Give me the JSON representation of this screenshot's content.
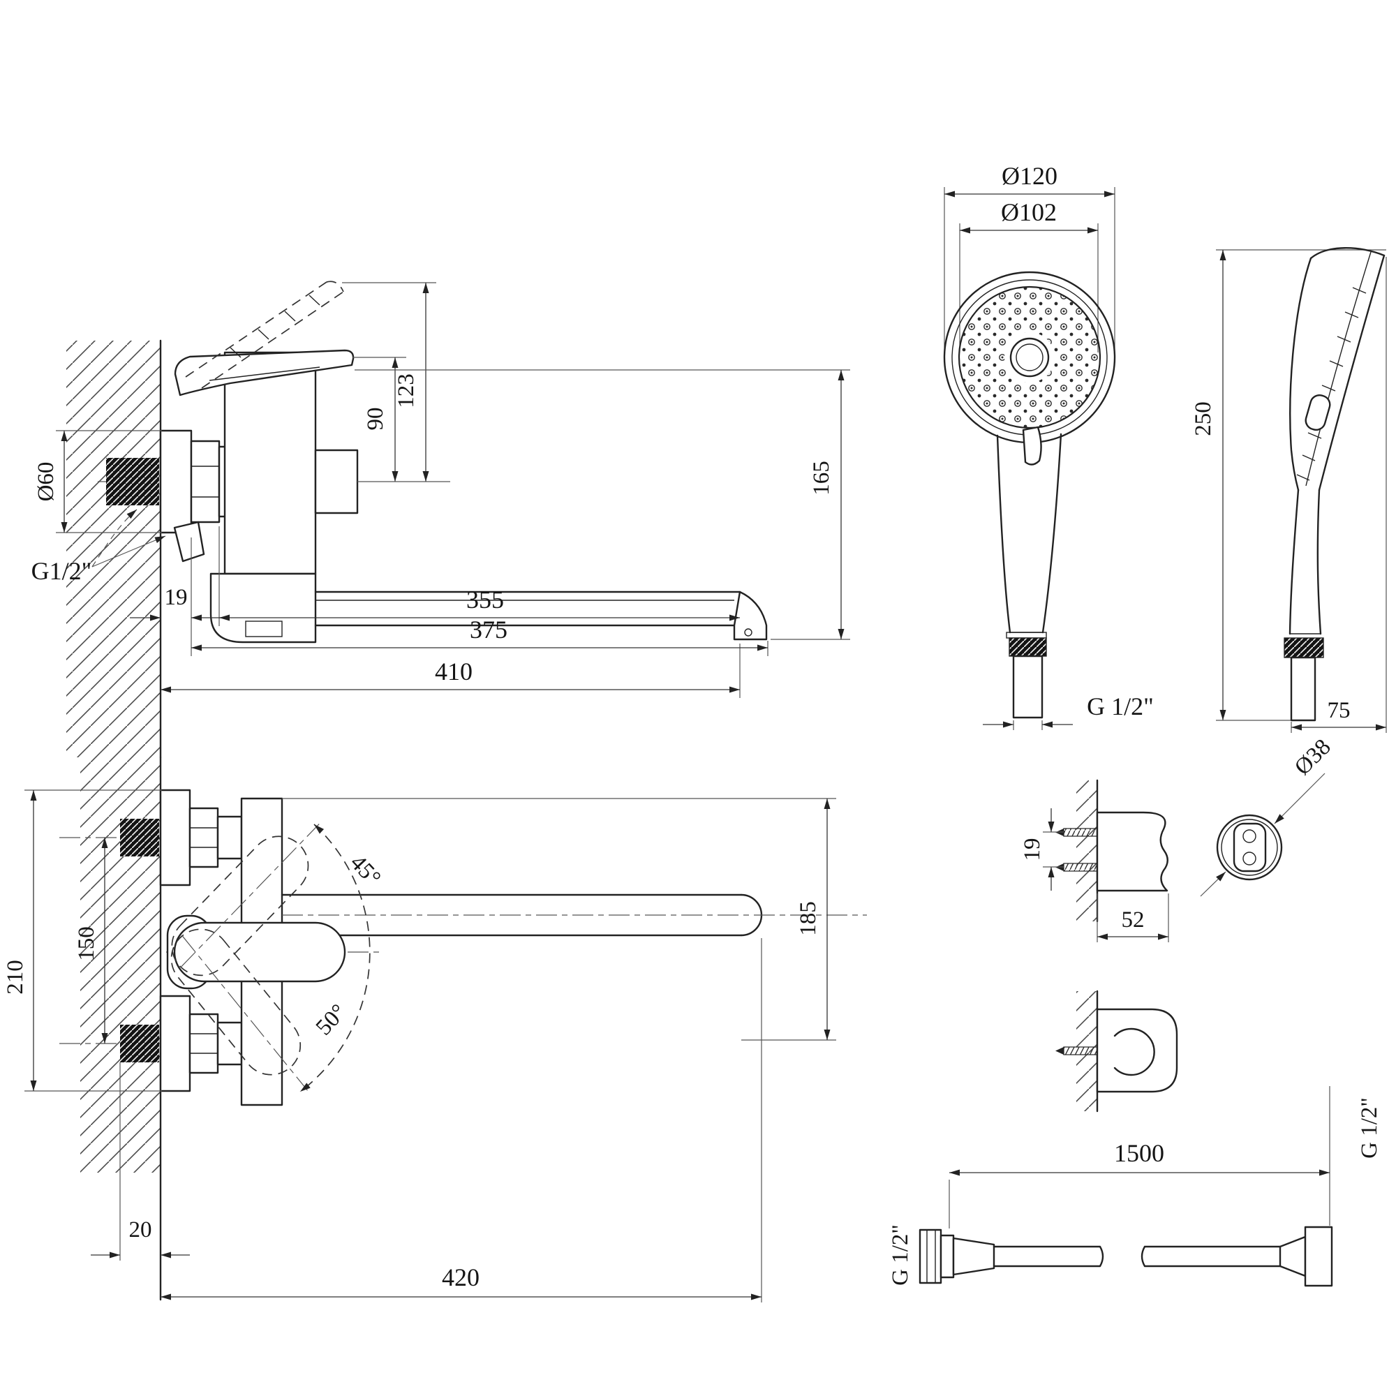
{
  "document": {
    "type": "plumbing fixture technical drawing",
    "colors": {
      "line": "#222222",
      "background": "#ffffff"
    }
  },
  "views": {
    "faucet_side": {
      "dims": {
        "handle_raised_height": "123",
        "handle_height": "90",
        "spout_drop": "165",
        "escutcheon_diameter": "Ø60",
        "thread": "G1/2\"",
        "escutcheon_depth": "19",
        "spout_length": "355",
        "spout_length_mid": "375",
        "total_length": "410"
      }
    },
    "shower_head_front": {
      "dims": {
        "outer_diameter": "Ø120",
        "face_diameter": "Ø102",
        "thread": "G 1/2\""
      }
    },
    "shower_head_side": {
      "dims": {
        "length": "250",
        "depth": "75"
      }
    },
    "faucet_top": {
      "dims": {
        "mount_overall": "210",
        "inlet_centers": "150",
        "swing_up_angle": "45°",
        "swing_down_angle": "50°",
        "spout_offset": "185",
        "wall_inset": "20",
        "total_reach": "420"
      }
    },
    "holder_side": {
      "dims": {
        "screw_spacing": "19",
        "depth": "52"
      }
    },
    "holder_front": {
      "dims": {
        "diameter": "Ø38"
      }
    },
    "hose": {
      "dims": {
        "length": "1500",
        "thread_left": "G 1/2\"",
        "thread_right": "G 1/2\""
      }
    }
  }
}
